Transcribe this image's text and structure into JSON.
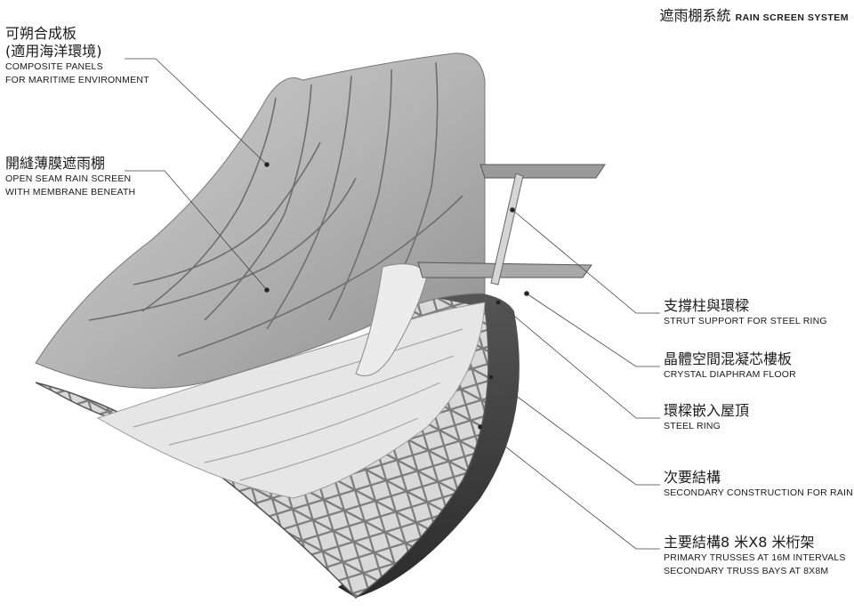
{
  "title": {
    "zh": "遮雨棚系統",
    "en": "RAIN SCREEN SYSTEM"
  },
  "labels": {
    "composite": {
      "zh1": "可朔合成板",
      "zh2": "(適用海洋環境)",
      "en1": "COMPOSITE PANELS",
      "en2": "FOR MARITIME ENVIRONMENT"
    },
    "openseam": {
      "zh": "開縫薄膜遮雨棚",
      "en1": "OPEN SEAM RAIN SCREEN",
      "en2": "WITH MEMBRANE BENEATH"
    },
    "strut": {
      "zh": "支撐柱與環樑",
      "en": "STRUT SUPPORT FOR STEEL RING"
    },
    "floor": {
      "zh": "晶體空間混凝芯樓板",
      "en": "CRYSTAL DIAPHRAM FLOOR"
    },
    "ring": {
      "zh": "環樑嵌入屋頂",
      "en": "STEEL RING"
    },
    "secondary": {
      "zh": "次要結構",
      "en": "SECONDARY CONSTRUCTION FOR RAIN SCREEN"
    },
    "primary": {
      "zh": "主要結構8 米X8 米桁架",
      "en1": "PRIMARY TRUSSES  AT 16M INTERVALS",
      "en2": "SECONDARY TRUSS BAYS AT 8X8M"
    }
  }
}
